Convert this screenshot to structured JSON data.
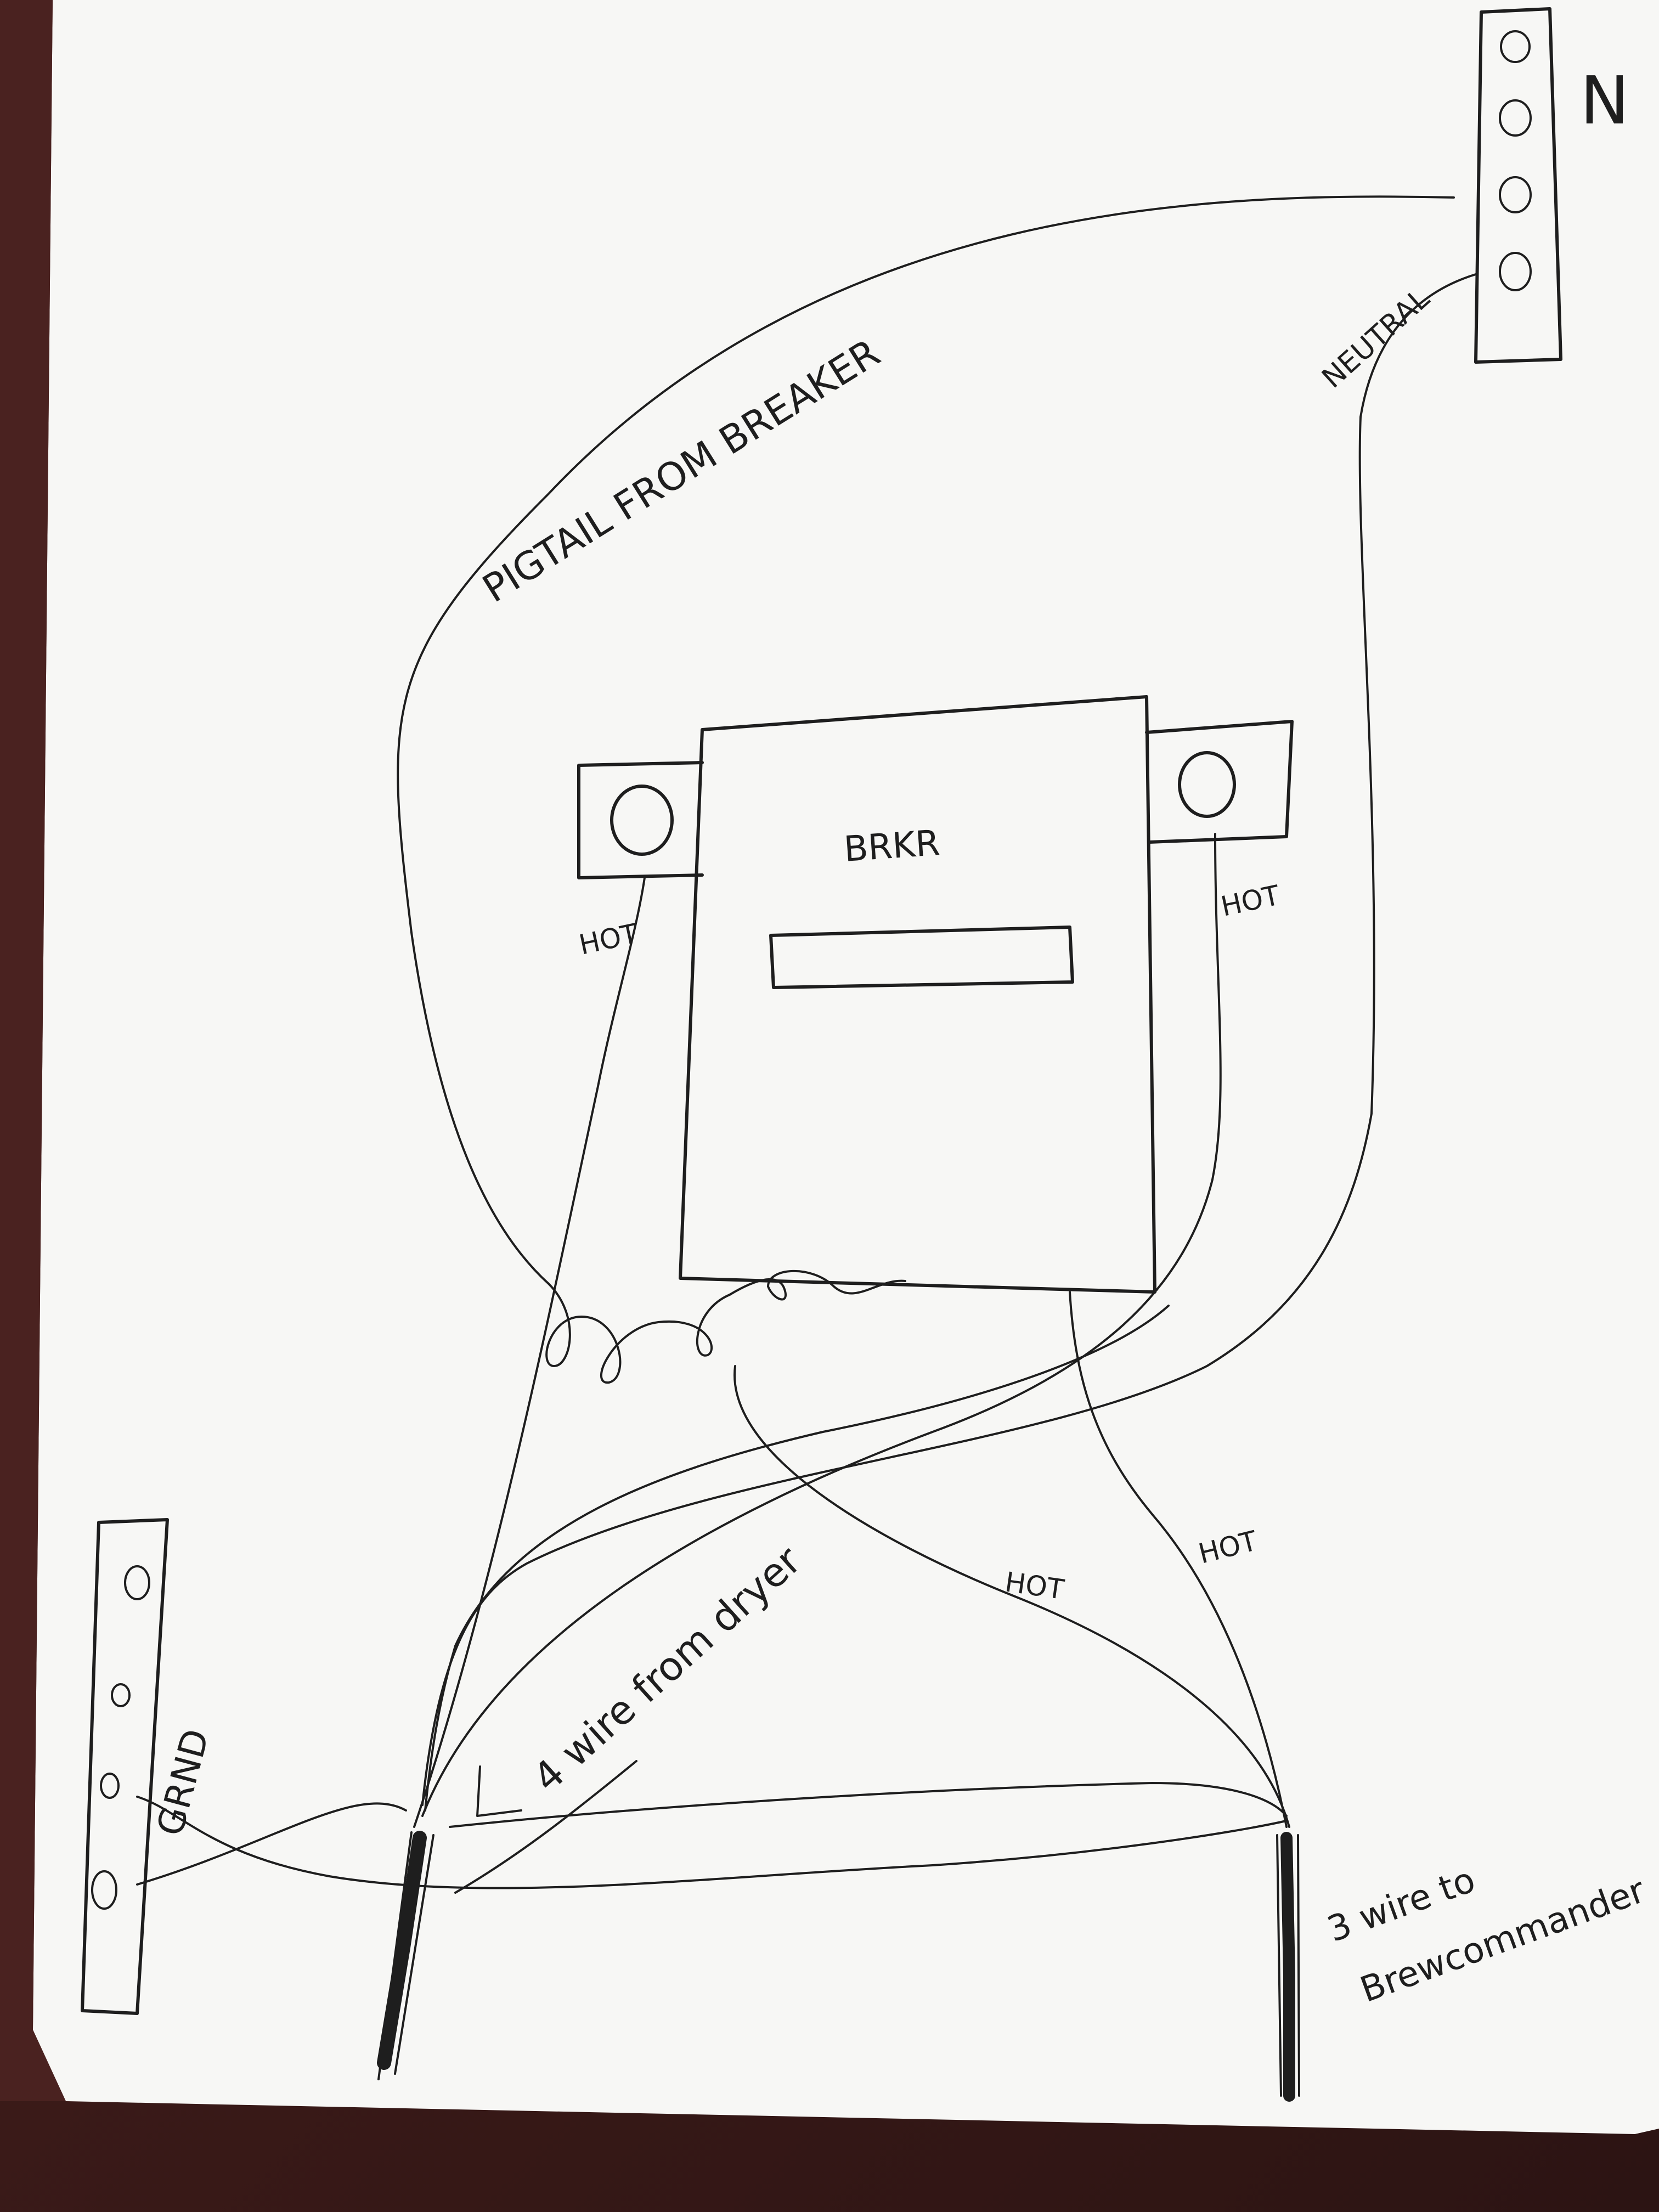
{
  "colors": {
    "paper": "#f7f7f5",
    "ink": "#1e1e1e",
    "desk": "#4a2220"
  },
  "labels": {
    "neutral_bar": "N",
    "pigtail": "PIGTAIL FROM BREAKER",
    "neutral_wire": "NEUTRAL",
    "breaker": "BRKR",
    "hot_left": "HOT",
    "hot_right": "HOT",
    "hot_lower_left": "HOT",
    "hot_lower_right": "HOT",
    "ground_bar": "GRND",
    "dryer_cable": "4 wire from dryer",
    "output_cable_line1": "3 wire to",
    "output_cable_line2": "Brewcommander"
  }
}
